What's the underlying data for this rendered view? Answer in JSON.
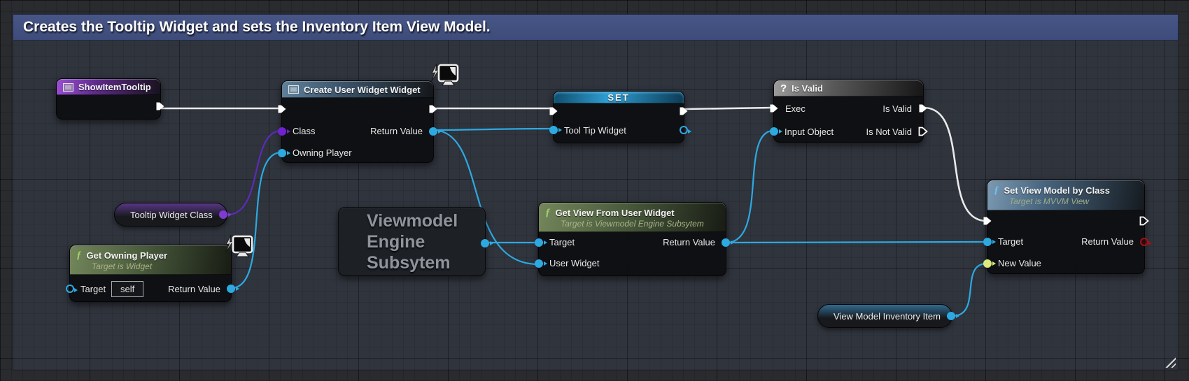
{
  "comment": {
    "title": "Creates the Tooltip Widget and sets the Inventory Item View Model."
  },
  "nodes": {
    "show_item_tooltip": {
      "title": "ShowItemTooltip",
      "kind": "event"
    },
    "create_user_widget": {
      "title": "Create User Widget Widget",
      "inputs": [
        "Class",
        "Owning Player"
      ],
      "outputs": [
        "Return Value"
      ]
    },
    "set_tool_tip_widget": {
      "title": "SET",
      "input": "Tool Tip Widget"
    },
    "is_valid": {
      "icon_glyph": "?",
      "title": "Is Valid",
      "inputs": [
        "Exec",
        "Input Object"
      ],
      "outputs": [
        "Is Valid",
        "Is Not Valid"
      ]
    },
    "tooltip_widget_class": {
      "title": "Tooltip Widget Class"
    },
    "get_owning_player": {
      "fn_glyph": "ƒ",
      "title": "Get Owning Player",
      "subtitle": "Target is Widget",
      "input": "Target",
      "input_value": "self",
      "output": "Return Value"
    },
    "viewmodel_engine_subsystem": {
      "lines": [
        "Viewmodel",
        "Engine",
        "Subsytem"
      ]
    },
    "get_view_from_user_widget": {
      "fn_glyph": "ƒ",
      "title": "Get View From User Widget",
      "subtitle": "Target is Viewmodel Engine Subsytem",
      "inputs": [
        "Target",
        "User Widget"
      ],
      "output": "Return Value"
    },
    "set_view_model_by_class": {
      "fn_glyph": "ƒ",
      "title": "Set View Model by Class",
      "subtitle": "Target is MVVM View",
      "inputs": [
        "Target",
        "New Value"
      ],
      "output": "Return Value"
    },
    "view_model_inventory_item": {
      "title": "View Model Inventory Item"
    }
  },
  "colors": {
    "exec_wire": "#eaeaea",
    "object_wire": "#2da9e1",
    "class_wire": "#5c2bb8",
    "object_pin": "#2da9e1",
    "class_pin": "#6e23cf",
    "viewmodel_pin": "#dce97c",
    "return_invalid_pin": "#9b1318",
    "comment_header": "#42507f",
    "event_header": "#9a4ed4",
    "pure_function_header": "#73865b",
    "create_widget_header": "#60819b",
    "setter_header": "#2f9ed4",
    "utility_header": "#9d9d9d"
  },
  "connections": [
    {
      "from": "ShowItemTooltip.exec",
      "to": "Create User Widget Widget.exec",
      "type": "exec"
    },
    {
      "from": "Create User Widget Widget.exec",
      "to": "SET.exec",
      "type": "exec"
    },
    {
      "from": "SET.exec",
      "to": "Is Valid.Exec",
      "type": "exec"
    },
    {
      "from": "Is Valid.Is Valid",
      "to": "Set View Model by Class.exec",
      "type": "exec"
    },
    {
      "from": "Tooltip Widget Class.value",
      "to": "Create User Widget Widget.Class",
      "type": "class"
    },
    {
      "from": "Get Owning Player.Return Value",
      "to": "Create User Widget Widget.Owning Player",
      "type": "object"
    },
    {
      "from": "Create User Widget Widget.Return Value",
      "to": "SET.Tool Tip Widget",
      "type": "object"
    },
    {
      "from": "Create User Widget Widget.Return Value",
      "to": "Get View From User Widget.User Widget",
      "type": "object"
    },
    {
      "from": "Viewmodel Engine Subsytem.out",
      "to": "Get View From User Widget.Target",
      "type": "object"
    },
    {
      "from": "Get View From User Widget.Return Value",
      "to": "Is Valid.Input Object",
      "type": "object"
    },
    {
      "from": "Get View From User Widget.Return Value",
      "to": "Set View Model by Class.Target",
      "type": "object"
    },
    {
      "from": "View Model Inventory Item.value",
      "to": "Set View Model by Class.New Value",
      "type": "object"
    }
  ]
}
